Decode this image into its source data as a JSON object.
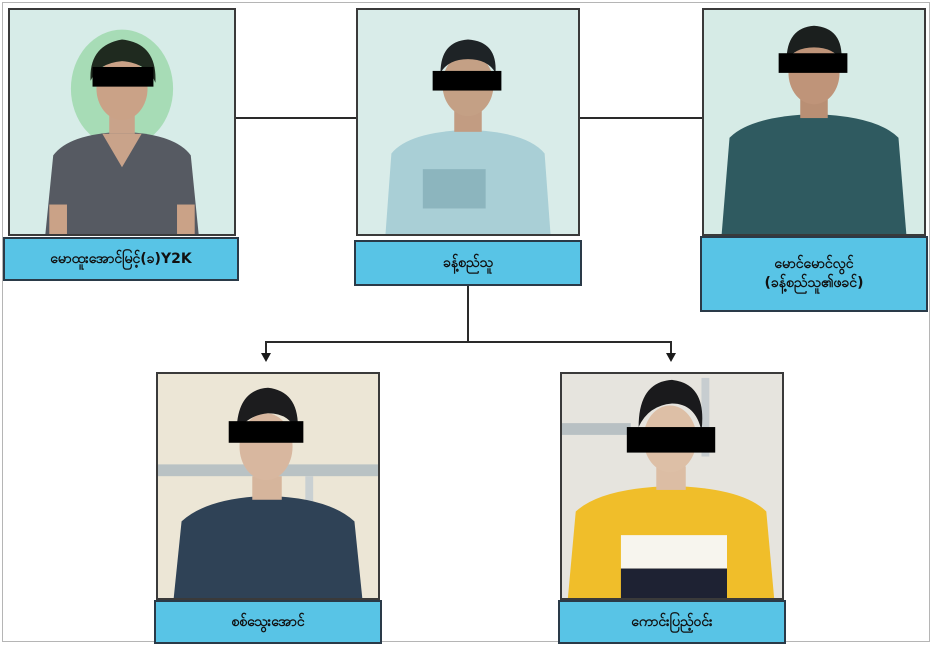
{
  "nodes": {
    "top_left": {
      "label": "မောထူးအောင်မြင့်(ခ)Y2K"
    },
    "top_center": {
      "label": "ခန့်စည်သူ"
    },
    "top_right": {
      "label_line1": "မောင်မောင်လွင်",
      "label_line2": "(ခန့်စည်သူ၏ဖခင်)"
    },
    "bottom_left": {
      "label": "စစ်သွေးအောင်"
    },
    "bottom_right": {
      "label": "ကောင်းပြည့်ဝင်း"
    }
  },
  "colors": {
    "label_fill": "#58c4e6",
    "connector": "#2a2a2a",
    "censor_bar": "#000000"
  }
}
